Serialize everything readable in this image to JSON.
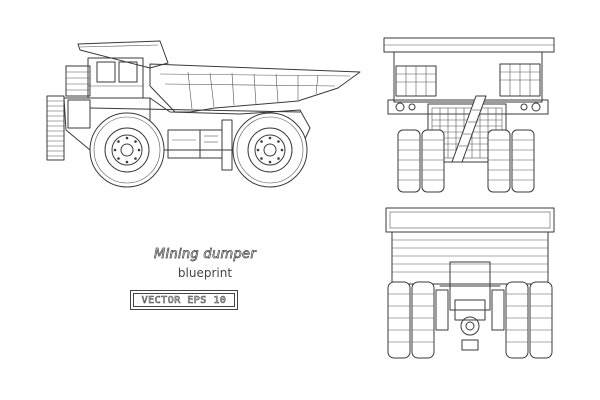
{
  "caption": {
    "title": "Mining dumper",
    "subtitle": "blueprint"
  },
  "badge": {
    "label": "VECTOR EPS 10"
  },
  "views": {
    "side": {
      "name": "side-view"
    },
    "front": {
      "name": "front-view"
    },
    "rear": {
      "name": "rear-view"
    }
  }
}
